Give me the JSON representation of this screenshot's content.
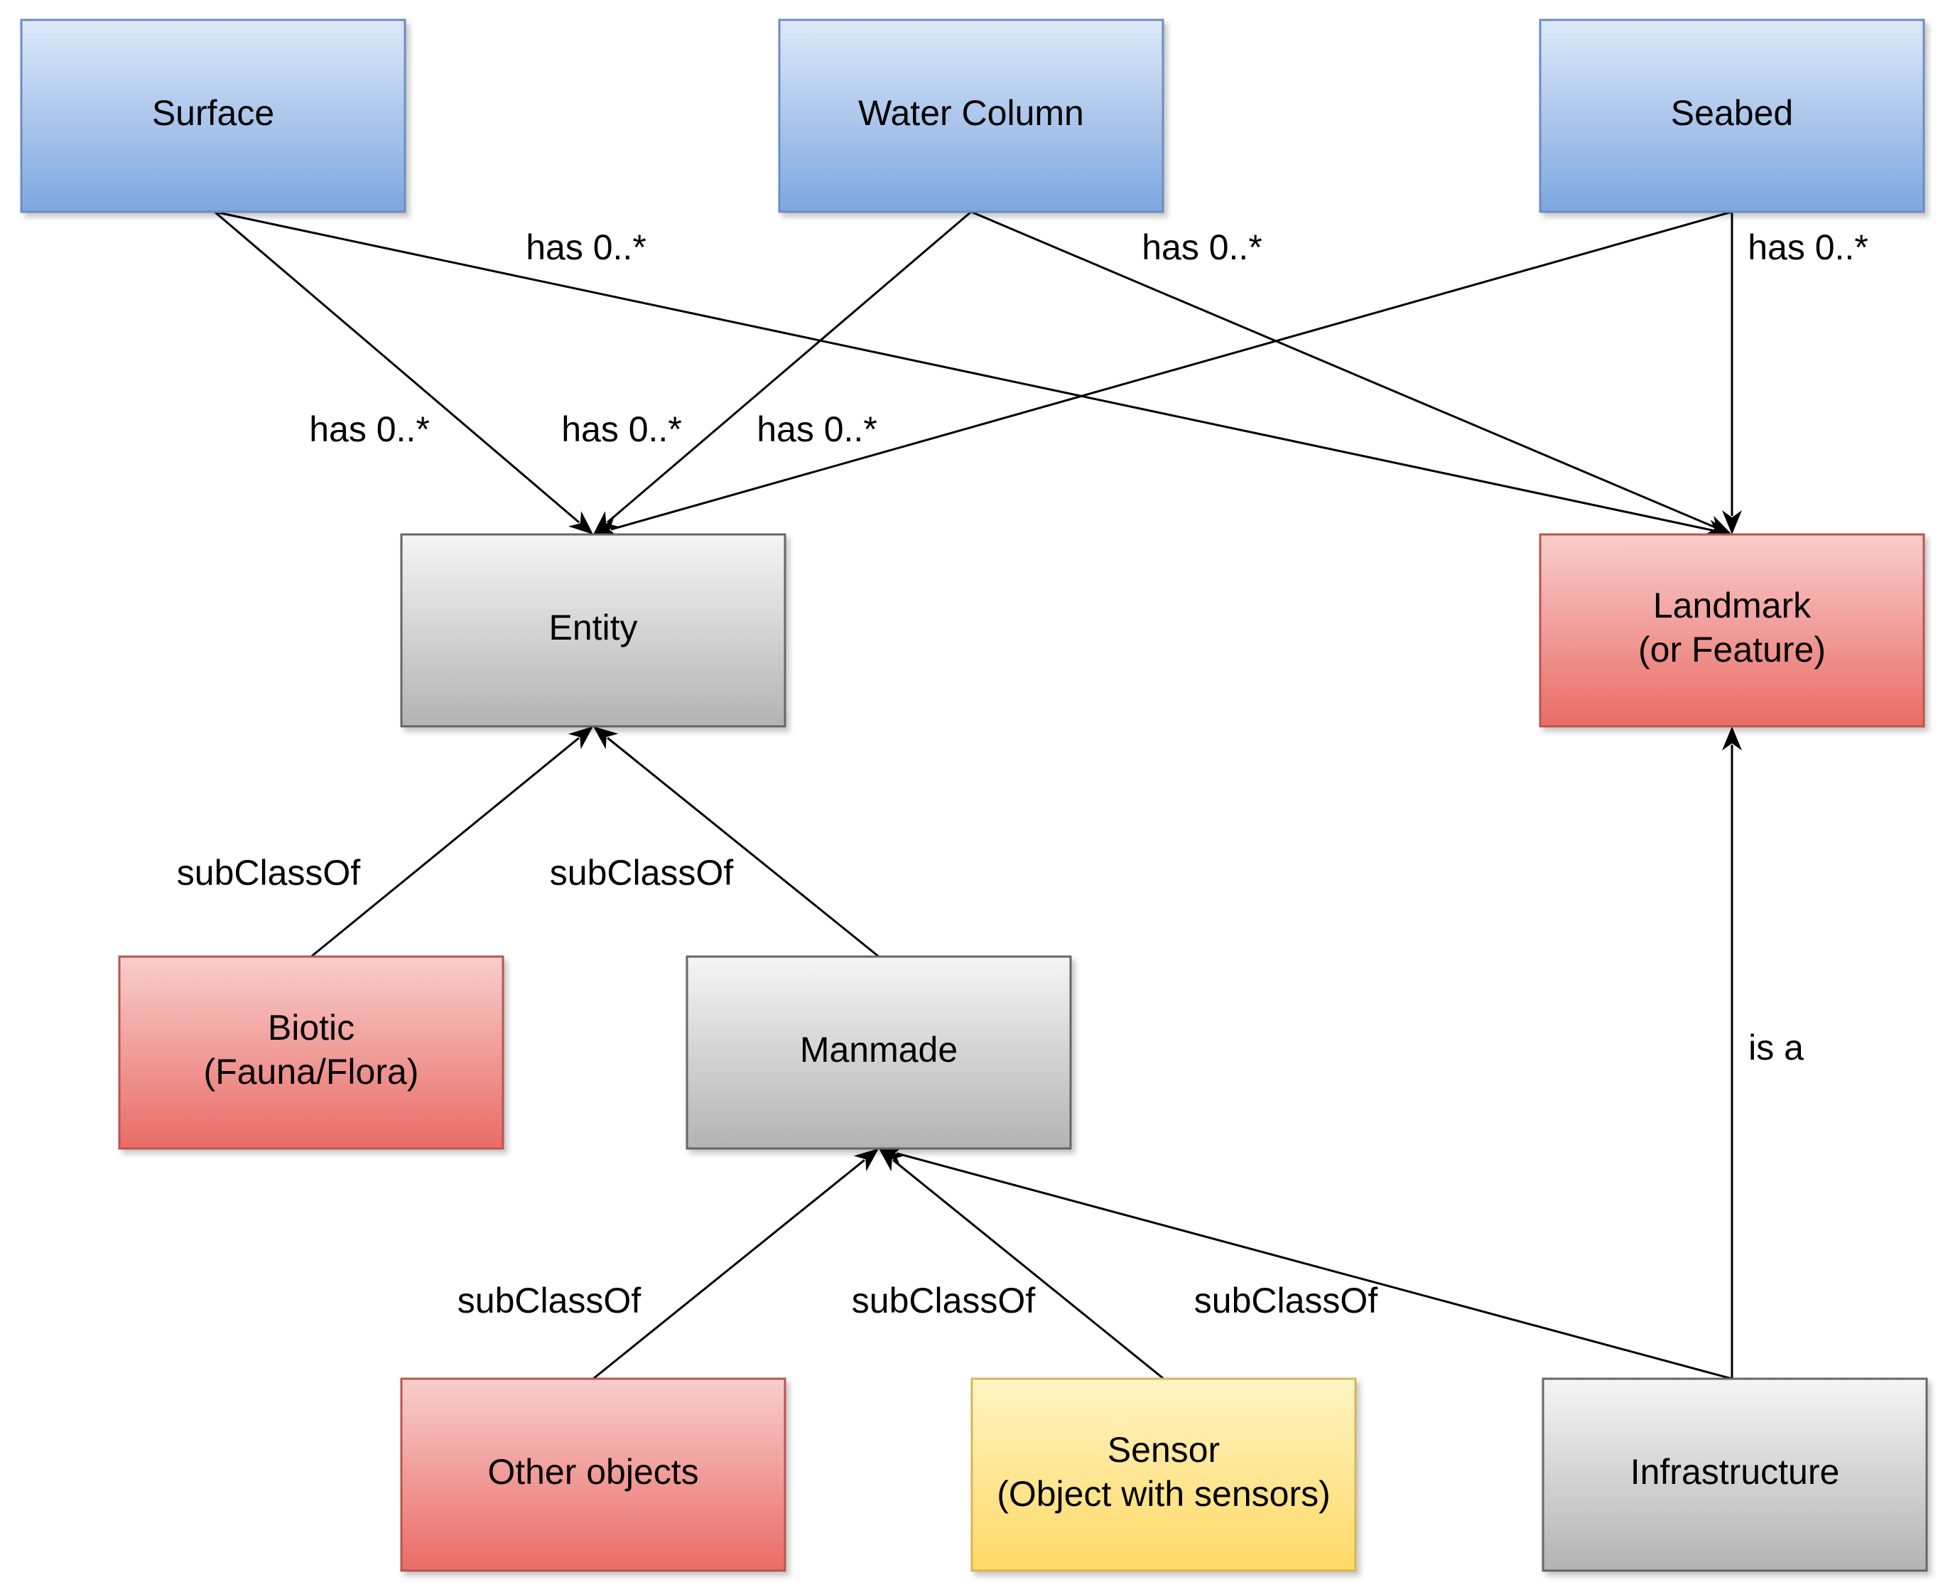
{
  "colors": {
    "blue_top": "#dce9f9",
    "blue_bottom": "#7ea6e0",
    "blue_stroke": "#6c8ebf",
    "gray_top": "#f5f5f5",
    "gray_bottom": "#b3b3b3",
    "gray_stroke": "#666666",
    "red_top": "#f8cecc",
    "red_bottom": "#ea6b66",
    "red_stroke": "#b85450",
    "yellow_top": "#fff4c3",
    "yellow_bottom": "#ffd966",
    "yellow_stroke": "#d6b656",
    "edge": "#000000"
  },
  "nodes": {
    "surface": {
      "lines": [
        "Surface"
      ],
      "style": "blue"
    },
    "water_column": {
      "lines": [
        "Water Column"
      ],
      "style": "blue"
    },
    "seabed": {
      "lines": [
        "Seabed"
      ],
      "style": "blue"
    },
    "entity": {
      "lines": [
        "Entity"
      ],
      "style": "gray"
    },
    "landmark": {
      "lines": [
        "Landmark",
        "(or Feature)"
      ],
      "style": "red"
    },
    "biotic": {
      "lines": [
        "Biotic",
        "(Fauna/Flora)"
      ],
      "style": "red"
    },
    "manmade": {
      "lines": [
        "Manmade"
      ],
      "style": "gray"
    },
    "other_objects": {
      "lines": [
        "Other objects"
      ],
      "style": "red"
    },
    "sensor": {
      "lines": [
        "Sensor",
        "(Object with sensors)"
      ],
      "style": "yellow"
    },
    "infrastructure": {
      "lines": [
        "Infrastructure"
      ],
      "style": "gray"
    }
  },
  "edges": [
    {
      "from": "surface",
      "to": "entity",
      "label": "has 0..*"
    },
    {
      "from": "surface",
      "to": "landmark",
      "label": "has 0..*"
    },
    {
      "from": "water_column",
      "to": "entity",
      "label": "has 0..*"
    },
    {
      "from": "water_column",
      "to": "landmark",
      "label": "has 0..*"
    },
    {
      "from": "seabed",
      "to": "entity",
      "label": "has 0..*"
    },
    {
      "from": "seabed",
      "to": "landmark",
      "label": "has 0..*"
    },
    {
      "from": "biotic",
      "to": "entity",
      "label": "subClassOf"
    },
    {
      "from": "manmade",
      "to": "entity",
      "label": "subClassOf"
    },
    {
      "from": "other_objects",
      "to": "manmade",
      "label": "subClassOf"
    },
    {
      "from": "sensor",
      "to": "manmade",
      "label": "subClassOf"
    },
    {
      "from": "infrastructure",
      "to": "manmade",
      "label": "subClassOf"
    },
    {
      "from": "infrastructure",
      "to": "landmark",
      "label": "is a"
    }
  ]
}
